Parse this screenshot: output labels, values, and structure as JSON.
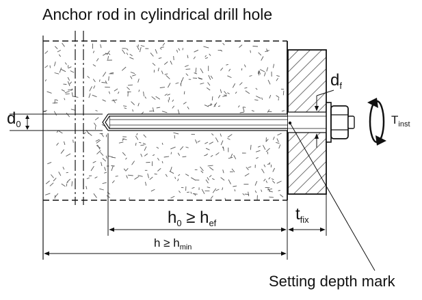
{
  "diagram": {
    "title": "Anchor rod in cylindrical drill hole",
    "note": "Setting depth mark",
    "labels": {
      "d0": {
        "main": "d",
        "sub": "0"
      },
      "df": {
        "main": "d",
        "sub": "f"
      },
      "tinst": {
        "main": "T",
        "sub": "inst"
      },
      "h0": {
        "main1": "h",
        "sub1": "0",
        "mid": " ≥ h",
        "sub2": "ef"
      },
      "tfix": {
        "main": "t",
        "sub": "fix"
      },
      "h": {
        "main": "h ≥ h",
        "sub": "min"
      }
    },
    "colors": {
      "line": "#111111",
      "fill": "#ffffff",
      "hatch": "#333333",
      "speckle": "#555555"
    }
  }
}
